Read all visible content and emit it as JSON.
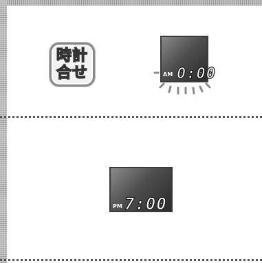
{
  "step1": {
    "button_line1": "時計",
    "button_line2": "合せ",
    "display_ampm": "AM",
    "display_time": "0:00"
  },
  "step2": {
    "display_ampm": "PM",
    "display_time": "7:00"
  },
  "icons": {
    "blink": "flashing-rays-icon"
  }
}
